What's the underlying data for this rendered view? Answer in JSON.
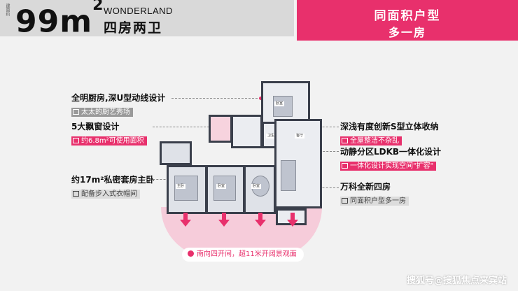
{
  "header": {
    "vertical_label": "建面约",
    "area_value": "99m",
    "area_unit_sup": "2",
    "brand": "WONDERLAND",
    "layout": "四房两卫",
    "tag_line1": "同面积户型",
    "tag_line2": "多一房"
  },
  "callouts": {
    "kitchen": {
      "title": "全明厨房,深U型动线设计",
      "sub": "太太的厨艺秀场"
    },
    "bay": {
      "title": "5大飘窗设计",
      "sub": "约6.8m²可使用面积"
    },
    "master": {
      "title": "约17m²私密套房主卧",
      "sub": "配备步入式衣帽间"
    },
    "storage": {
      "title": "深浅有度创新S型立体收纳",
      "sub": "全屋整洁不杂乱"
    },
    "ldkb": {
      "title": "动静分区LDKB一体化设计",
      "sub": "一体化设计实现空间\"扩容\""
    },
    "rooms": {
      "title": "万科全新四房",
      "sub": "同面积户型多一房"
    }
  },
  "plan_labels": {
    "bedroom_top": "卧室",
    "living": "客厅",
    "toilet": "卫生间",
    "master": "主卧",
    "bedroom2": "卧室",
    "bedroom3": "卧室"
  },
  "bottom_pill": "南向四开间，超11米开阔景观面",
  "watermark": "搜狐号@搜狐焦点来宾站",
  "colors": {
    "accent": "#e8306c",
    "wall": "#3a3f4b"
  }
}
